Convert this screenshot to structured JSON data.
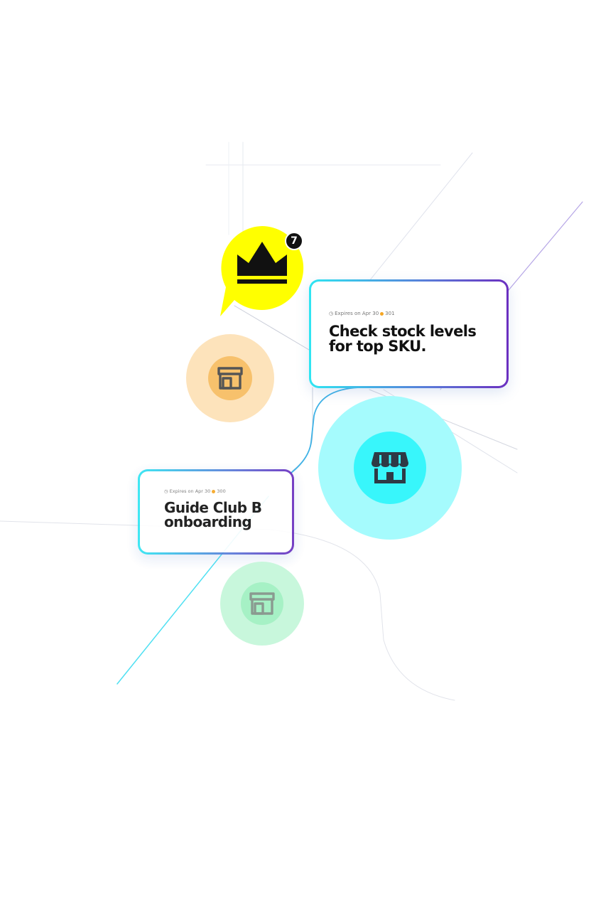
{
  "crown_marker": {
    "icon": "crown-icon",
    "badge_count": "7",
    "color": "#ffff00"
  },
  "cards": [
    {
      "meta_label": "Expires on Apr 30",
      "meta_value": "301",
      "title_line1": "Check stock levels",
      "title_line2": "for top SKU."
    },
    {
      "meta_label": "Expires on Apr 30",
      "meta_value": "300",
      "title_line1": "Guide Club B",
      "title_line2": "onboarding"
    }
  ],
  "store_bubbles": [
    {
      "icon": "store-icon",
      "color": "#f5b04a"
    },
    {
      "icon": "store-icon",
      "color": "#34f3f7"
    },
    {
      "icon": "store-icon",
      "color": "#6ee8a8"
    }
  ]
}
